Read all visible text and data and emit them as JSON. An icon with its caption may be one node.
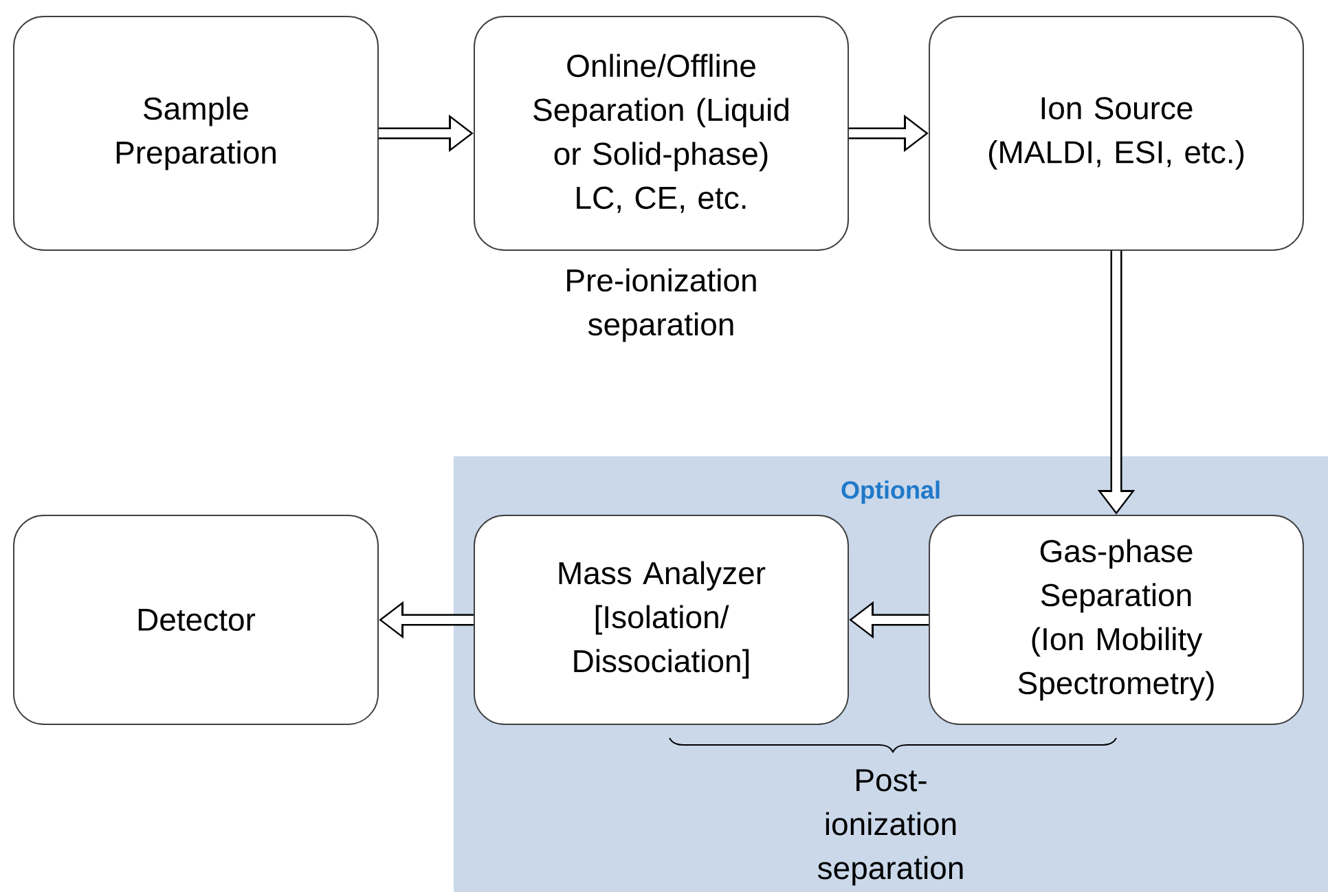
{
  "diagram": {
    "nodes": [
      {
        "text": [
          "Sample Preparation"
        ]
      },
      {
        "text": [
          "Online/Offline Separation (Liquid or Solid-phase) LC, CE, etc."
        ],
        "beside": [
          "Pre-ionization separation"
        ]
      },
      {
        "text": [
          "Ion Source",
          "(MALDI, ESI, etc.)"
        ]
      },
      {
        "text": [
          "Detector"
        ]
      },
      {
        "text": [
          "Optional"
        ]
      },
      {
        "text": [
          "Mass Analyzer [Isolation/ Dissociation]"
        ],
        "in": 4
      },
      {
        "text": [
          "Gas-phase Separation (Ion Mobility Spectrometry)"
        ],
        "in": 4
      }
    ],
    "edges": [
      {
        "from": 0,
        "to": 1,
        "arrow": "to"
      },
      {
        "from": 1,
        "to": 2,
        "arrow": "to"
      },
      {
        "from": 2,
        "to": 6,
        "arrow": "to"
      },
      {
        "from": 6,
        "to": 5,
        "arrow": "to"
      },
      {
        "from": 5,
        "to": 3,
        "arrow": "to"
      }
    ],
    "labels": [
      "Post- ionization separation"
    ]
  }
}
